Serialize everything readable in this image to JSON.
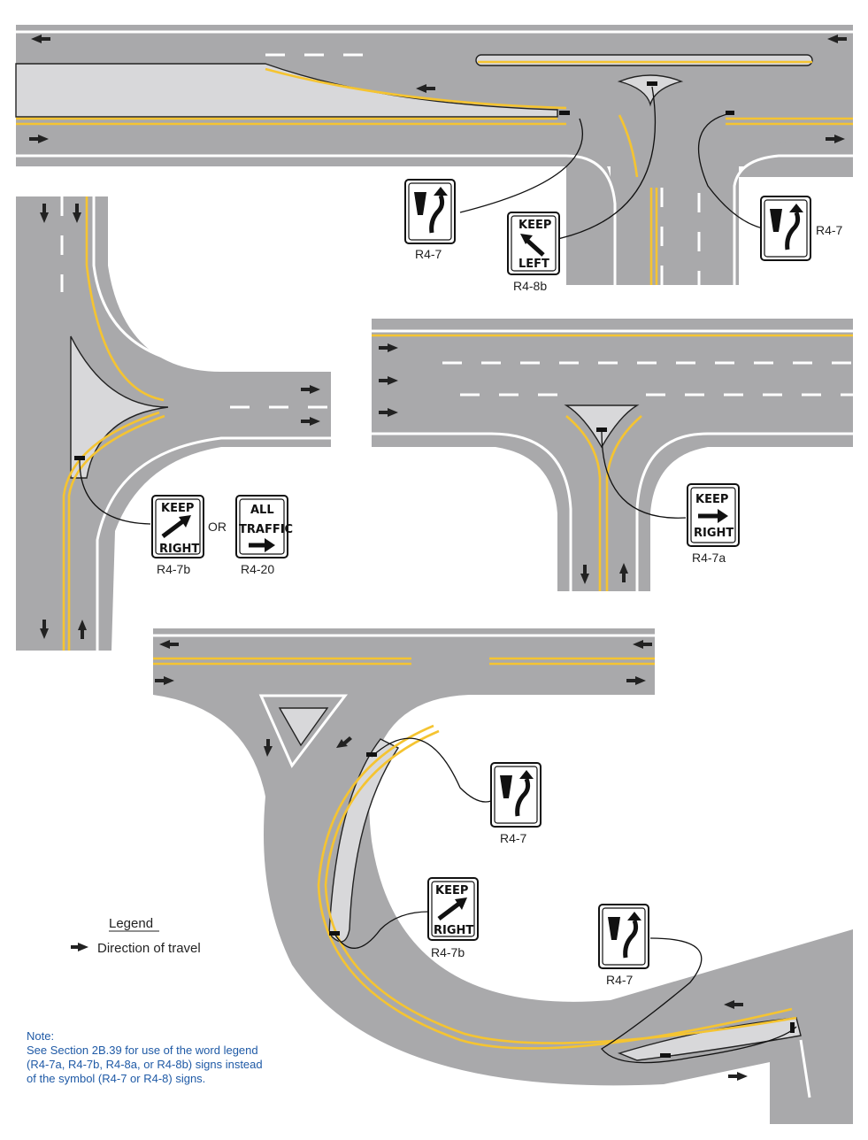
{
  "signs": {
    "r4_7_a": {
      "code": "R4-7"
    },
    "r4_8b": {
      "code": "R4-8b",
      "line1": "KEEP",
      "line2": "LEFT"
    },
    "r4_7_b": {
      "code": "R4-7"
    },
    "r4_7b_a": {
      "code": "R4-7b",
      "line1": "KEEP",
      "line2": "RIGHT"
    },
    "or_text": "OR",
    "r4_20": {
      "code": "R4-20",
      "line1": "ALL",
      "line2": "TRAFFIC"
    },
    "r4_7a": {
      "code": "R4-7a",
      "line1": "KEEP",
      "line2": "RIGHT"
    },
    "r4_7_c": {
      "code": "R4-7"
    },
    "r4_7b_b": {
      "code": "R4-7b",
      "line1": "KEEP",
      "line2": "RIGHT"
    },
    "r4_7_d": {
      "code": "R4-7"
    }
  },
  "legend": {
    "title": "Legend",
    "item": "Direction of travel"
  },
  "note": {
    "heading": "Note:",
    "lines": [
      "See Section 2B.39 for use of the word legend",
      "(R4-7a, R4-7b, R4-8a, or R4-8b) signs instead",
      "of the symbol (R4-7 or R4-8) signs."
    ]
  },
  "colors": {
    "road": "#a9a9ab",
    "island": "#d8d8da",
    "yellow_marking": "#f5c431",
    "white_marking": "#ffffff",
    "note_text": "#1f5aa6"
  }
}
